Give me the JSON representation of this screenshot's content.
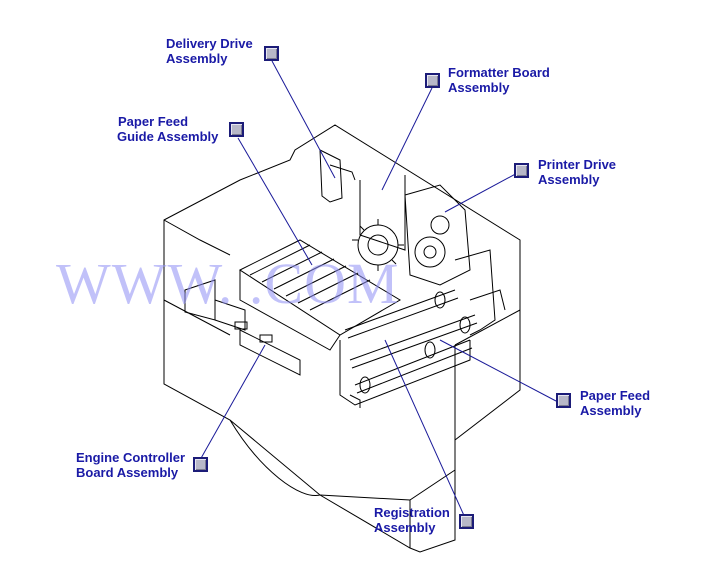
{
  "watermark": "WWW.          .COM",
  "callouts": {
    "delivery_drive": {
      "line1": "Delivery Drive",
      "line2": "Assembly"
    },
    "formatter_board": {
      "line1": "Formatter Board",
      "line2": "Assembly"
    },
    "paper_feed_guide": {
      "line1": "Paper Feed",
      "line2": "Guide Assembly"
    },
    "printer_drive": {
      "line1": "Printer Drive",
      "line2": "Assembly"
    },
    "paper_feed": {
      "line1": "Paper Feed",
      "line2": "Assembly"
    },
    "engine_controller": {
      "line1": "Engine Controller",
      "line2": "Board Assembly"
    },
    "registration": {
      "line1": "Registration",
      "line2": "Assembly"
    }
  },
  "colors": {
    "label_text": "#1a1aa6",
    "leader_line": "#1a1a99",
    "button_fill": "#b8b8c8",
    "button_border": "#1c1c78"
  }
}
